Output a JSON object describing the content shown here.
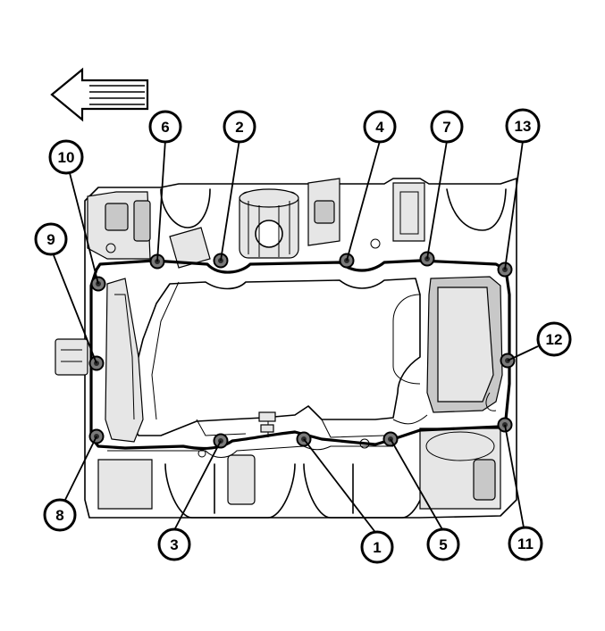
{
  "callouts": [
    {
      "number": "1"
    },
    {
      "number": "2"
    },
    {
      "number": "3"
    },
    {
      "number": "4"
    },
    {
      "number": "5"
    },
    {
      "number": "6"
    },
    {
      "number": "7"
    },
    {
      "number": "8"
    },
    {
      "number": "9"
    },
    {
      "number": "10"
    },
    {
      "number": "11"
    },
    {
      "number": "12"
    },
    {
      "number": "13"
    }
  ],
  "direction_arrow": {
    "points": "left"
  }
}
